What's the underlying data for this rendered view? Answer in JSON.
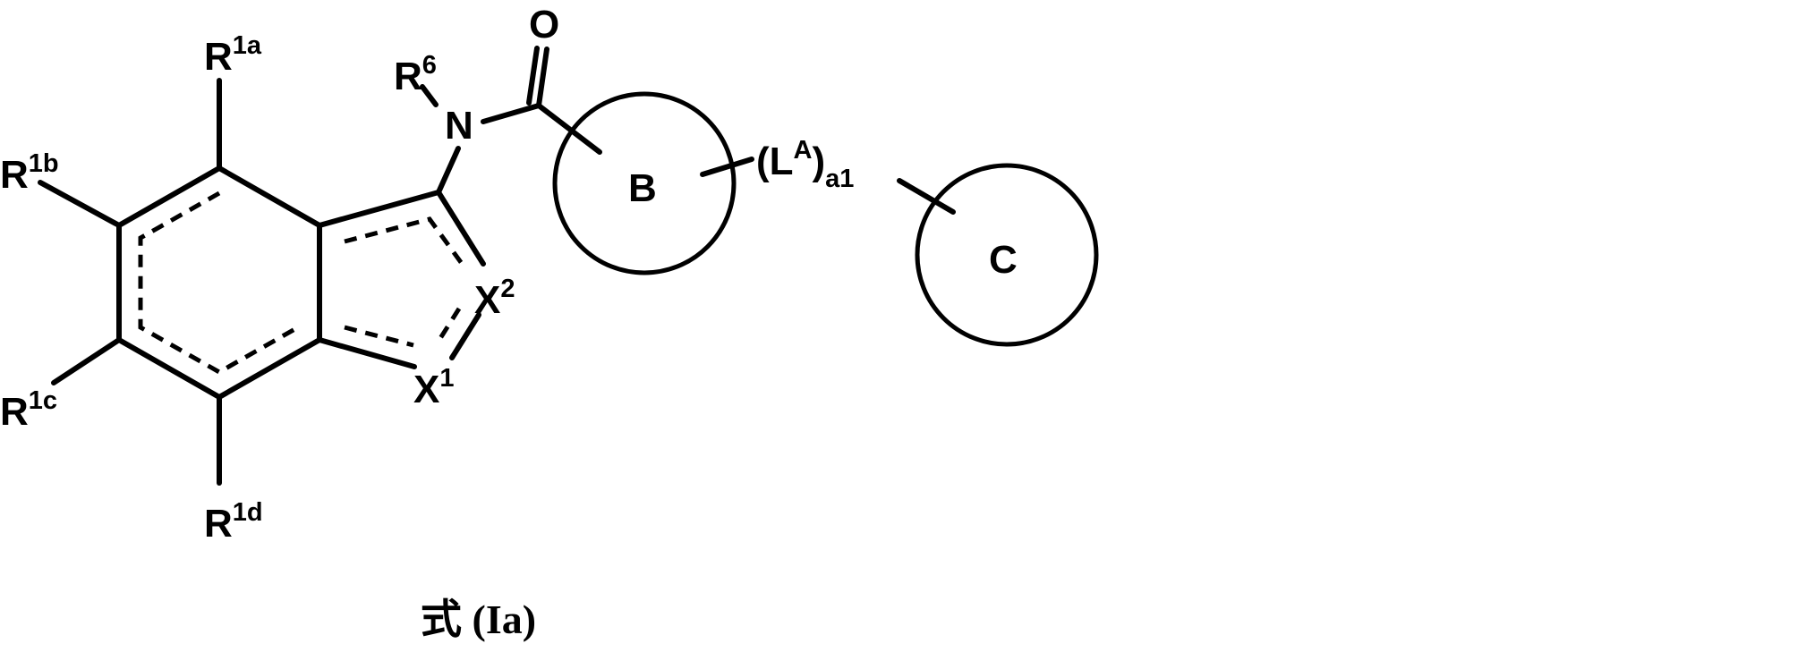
{
  "labels": {
    "r1a": {
      "main": "R",
      "sup": "1a"
    },
    "r1b": {
      "main": "R",
      "sup": "1b"
    },
    "r1c": {
      "main": "R",
      "sup": "1c"
    },
    "r1d": {
      "main": "R",
      "sup": "1d"
    },
    "r6": {
      "main": "R",
      "sup": "6"
    },
    "n": "N",
    "o": "O",
    "x1": {
      "main": "X",
      "sup": "1"
    },
    "x2": {
      "main": "X",
      "sup": "2"
    },
    "ring_b": "B",
    "ring_c": "C",
    "linker": {
      "open": "(L",
      "sup": "A",
      "close": ")",
      "sub": "a1"
    }
  },
  "caption": "式 (Ia)"
}
